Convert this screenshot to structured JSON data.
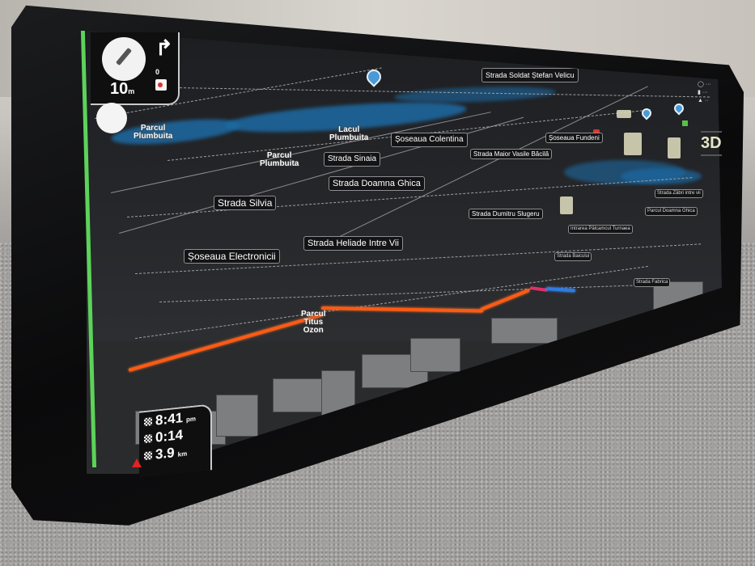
{
  "app": {
    "type": "car navigation map",
    "view_mode": "3D"
  },
  "maneuver": {
    "distance_value": "10",
    "distance_unit": "m",
    "turn_icon": "turn-right-arrow-icon",
    "secondary_value": "0",
    "compass_icon": "compass-icon",
    "speed_camera_icon": "speed-camera-icon"
  },
  "trip": {
    "arrival_time": "8:41",
    "arrival_suffix": "pm",
    "remaining_time": "0:14",
    "remaining_distance": "3.9",
    "distance_unit": "km"
  },
  "controls": {
    "view_toggle_label": "3D",
    "side_icons": [
      "zoom-icon",
      "menu-icon",
      "volume-icon"
    ]
  },
  "street_labels": [
    {
      "name": "Strada Soldat Ștefan Velicu"
    },
    {
      "name": "Șoseaua Colentina"
    },
    {
      "name": "Strada Sinaia"
    },
    {
      "name": "Strada Doamna Ghica"
    },
    {
      "name": "Strada Silvia"
    },
    {
      "name": "Strada Heliade Intre Vii"
    },
    {
      "name": "Șoseaua Electronicii"
    },
    {
      "name": "Strada Maior Vasile Băcilă"
    },
    {
      "name": "Șoseaua Fundeni"
    },
    {
      "name": "Strada Dumitru Slugeru"
    },
    {
      "name": "Intrarea Pâlcamcul Turnaea"
    },
    {
      "name": "Strada Baicului"
    },
    {
      "name": "Strada Zăbri intre vii"
    },
    {
      "name": "Parcul Doamna Ghica"
    },
    {
      "name": "Strada Fabrica"
    }
  ],
  "park_labels": [
    {
      "name": "Parcul\nPlumbuita"
    },
    {
      "name": "Parcul\nPlumbuita"
    },
    {
      "name": "Lacul\nPlumbuita"
    },
    {
      "name": "Parcul\nTitus\nOzon"
    }
  ],
  "colors": {
    "route": "#ff5a14",
    "route_ahead": "#2f7be0",
    "water": "#1d6aa3",
    "status_bar": "#5cd35a",
    "map_bg": "#2a2b2d"
  }
}
